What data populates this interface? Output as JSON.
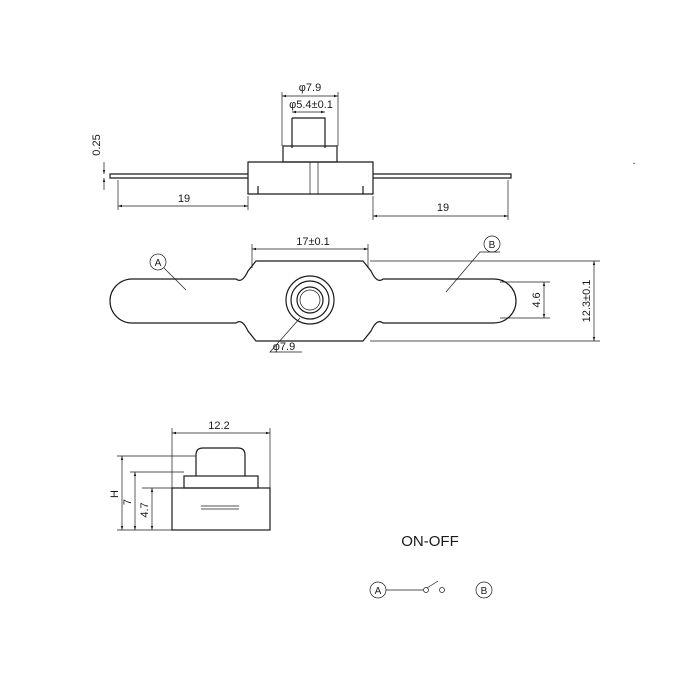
{
  "top_view": {
    "dim_outer_dia": "φ7.9",
    "dim_inner_dia": "φ5.4±0.1",
    "dim_thickness": "0.25",
    "dim_left_length": "19",
    "dim_right_length": "19"
  },
  "front_view": {
    "dim_width": "17±0.1",
    "dim_hole_dia": "φ7.9",
    "dim_height": "12.3±0.1",
    "dim_lug_width": "4.6",
    "terminal_a": "A",
    "terminal_b": "B"
  },
  "side_view": {
    "dim_width": "12.2",
    "dim_h": "H",
    "dim_7": "7",
    "dim_4_7": "4.7"
  },
  "schematic": {
    "title": "ON-OFF",
    "terminal_a": "A",
    "terminal_b": "B"
  }
}
